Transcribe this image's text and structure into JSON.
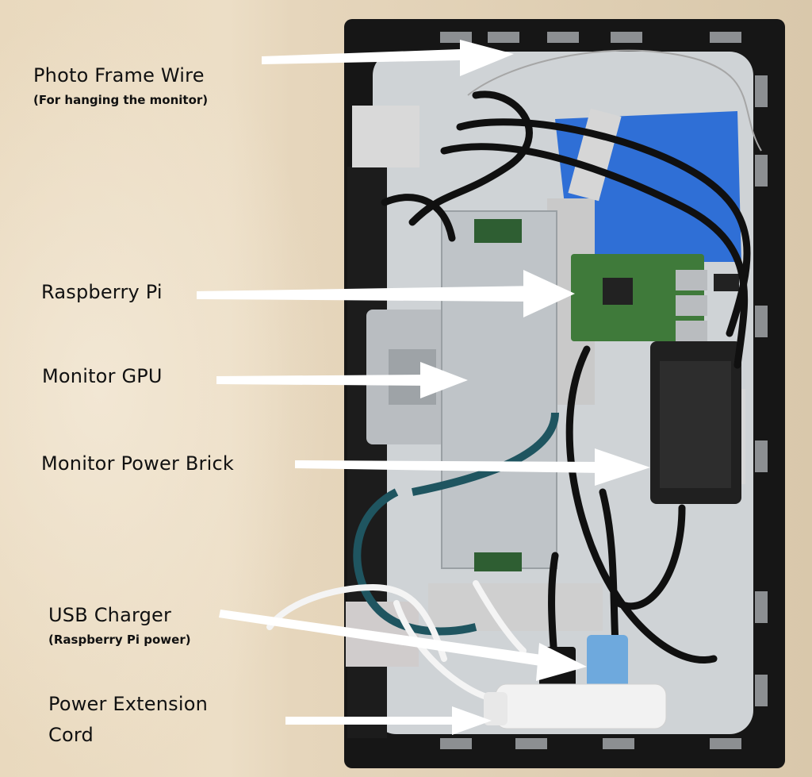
{
  "labels": {
    "photo_frame_wire": "Photo Frame Wire",
    "photo_frame_wire_note": "(For hanging the monitor)",
    "raspberry_pi": "Raspberry Pi",
    "monitor_gpu": "Monitor  GPU",
    "monitor_power_brick": "Monitor Power Brick",
    "usb_charger": "USB Charger",
    "usb_charger_note": "(Raspberry Pi power)",
    "power_extension_cord_line1": "Power Extension",
    "power_extension_cord_line2": "Cord"
  },
  "colors": {
    "frame": "#161616",
    "panel": "#cfd3d6",
    "gpu_metal": "#bfc4c8",
    "pi_board": "#3f7a3a",
    "tape_blue": "#2f6fd6",
    "foil": "#c9c9c9",
    "usb_charger": "#6ea9dd",
    "arrow": "#ffffff"
  }
}
